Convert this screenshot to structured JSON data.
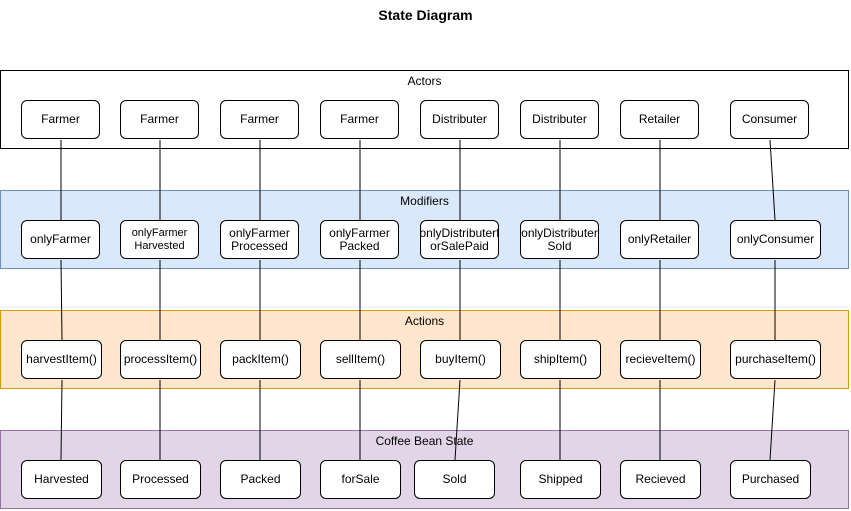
{
  "title": "State Diagram",
  "lanes": {
    "actors": "Actors",
    "modifiers": "Modifiers",
    "actions": "Actions",
    "state": "Coffee Bean State"
  },
  "actors": [
    "Farmer",
    "Farmer",
    "Farmer",
    "Farmer",
    "Distributer",
    "Distributer",
    "Retailer",
    "Consumer"
  ],
  "modifiers": [
    "onlyFarmer",
    "onlyFarmer\nHarvested",
    "onlyFarmer\nProcessed",
    "onlyFarmer\nPacked",
    "onlyDistributerf\norSalePaid",
    "onlyDistributer\nSold",
    "onlyRetailer",
    "onlyConsumer"
  ],
  "actions": [
    "harvestItem()",
    "processItem()",
    "packItem()",
    "sellItem()",
    "buyItem()",
    "shipItem()",
    "recieveItem()",
    "purchaseItem()"
  ],
  "states": [
    "Harvested",
    "Processed",
    "Packed",
    "forSale",
    "Sold",
    "Shipped",
    "Recieved",
    "Purchased"
  ]
}
